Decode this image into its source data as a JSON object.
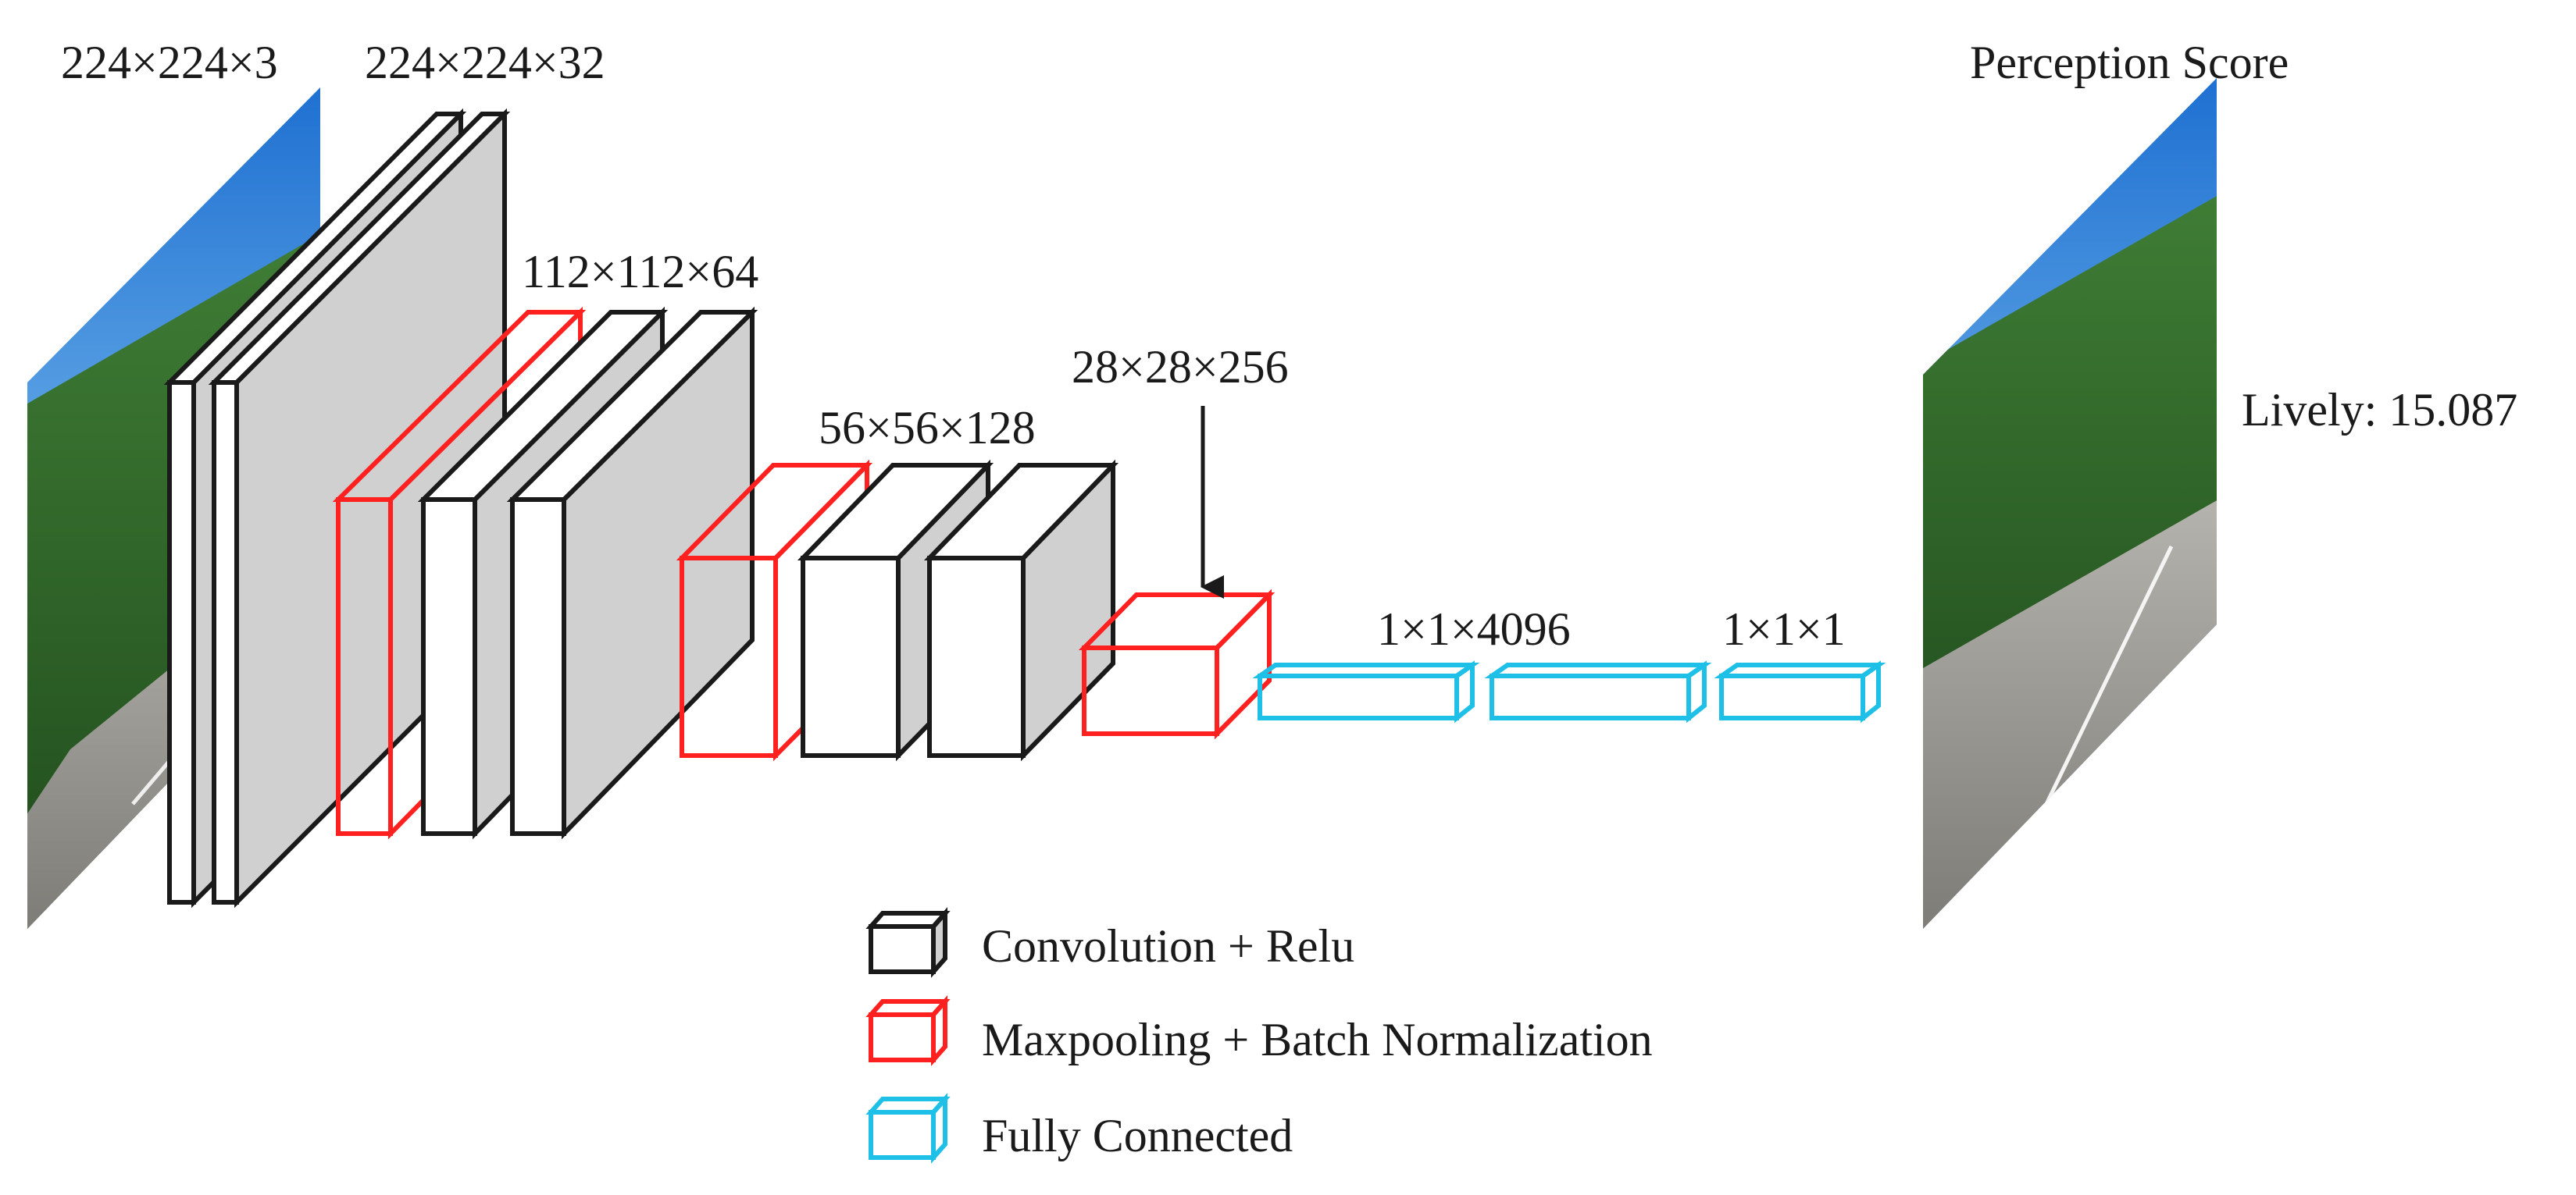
{
  "labels": {
    "input_dims": "224×224×3",
    "conv1_dims": "224×224×32",
    "block2_dims": "112×112×64",
    "block3_dims": "56×56×128",
    "block4_dims": "28×28×256",
    "fc1_dims": "1×1×4096",
    "fc_out_dims": "1×1×1",
    "output_title": "Perception Score",
    "score_text": "Lively: 15.087"
  },
  "legend": [
    {
      "label": "Convolution + Relu",
      "color": "#1a1a1a"
    },
    {
      "label": "Maxpooling + Batch Normalization",
      "color": "#ff2020"
    },
    {
      "label": "Fully Connected",
      "color": "#1ec0e8"
    }
  ],
  "colors": {
    "conv": "#1a1a1a",
    "conv_fill_front": "#ffffff",
    "conv_fill_side": "#d0d0d0",
    "pool": "#ff2020",
    "fc": "#1ec0e8",
    "sky": "#4a90d8",
    "trees": "#2f6b2a",
    "road": "#9a9a94"
  },
  "icons": {
    "input_image": "street-scene-image",
    "output_image": "street-scene-image"
  }
}
